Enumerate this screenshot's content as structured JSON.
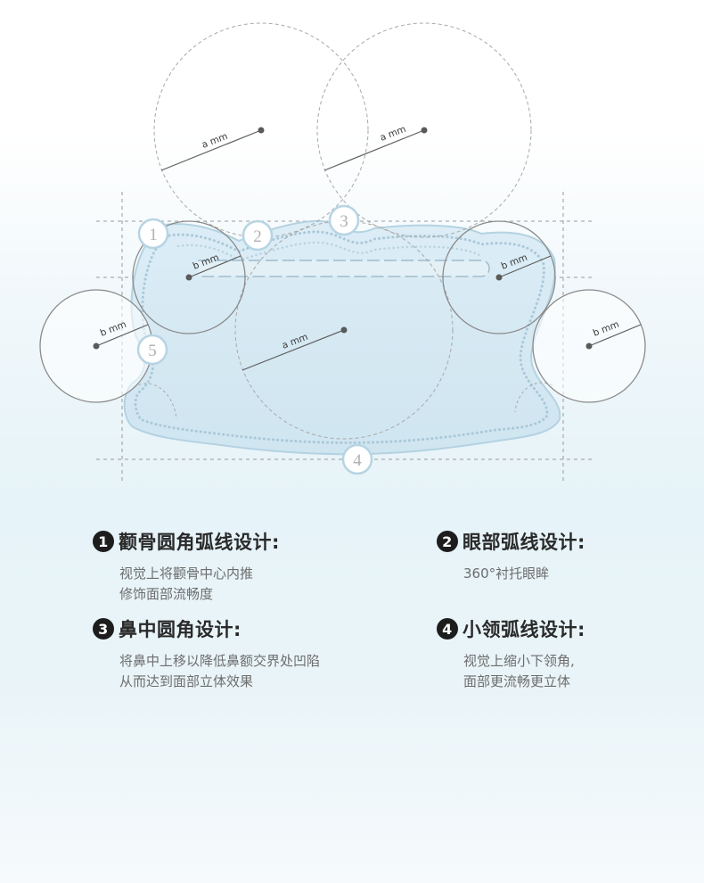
{
  "diagram": {
    "dimension_labels": {
      "a": "a mm",
      "b": "b mm"
    },
    "markers": [
      "1",
      "2",
      "3",
      "4",
      "5"
    ],
    "colors": {
      "mask_fill": "#d9ecf5",
      "mask_outline": "#b4d2e2",
      "dots": "#a9c8d8",
      "circle_solid": "#8a8a8a",
      "circle_dashed": "#a8a8a8",
      "guide": "#9a9a9a"
    }
  },
  "features": [
    {
      "number": "1",
      "title": "颧骨圆角弧线设计:",
      "lines": [
        "视觉上将颧骨中心内推",
        "修饰面部流畅度"
      ]
    },
    {
      "number": "2",
      "title": "眼部弧线设计:",
      "lines": [
        "360°衬托眼眸"
      ]
    },
    {
      "number": "3",
      "title": "鼻中圆角设计:",
      "lines": [
        "将鼻中上移以降低鼻额交界处凹陷",
        "从而达到面部立体效果"
      ]
    },
    {
      "number": "4",
      "title": "小领弧线设计:",
      "lines": [
        "视觉上缩小下领角,",
        "面部更流畅更立体"
      ]
    }
  ]
}
